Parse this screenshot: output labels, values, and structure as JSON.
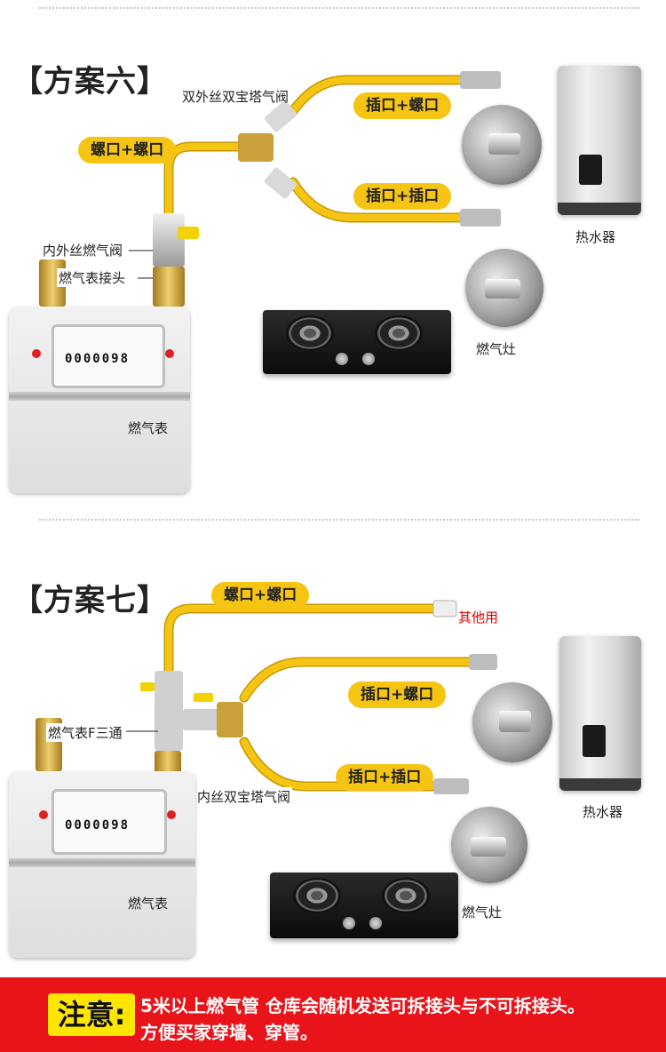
{
  "section6": {
    "title": "【方案六】",
    "labels": {
      "dual_outer_valve": "双外丝双宝塔气阀",
      "screw_screw": "螺口+螺口",
      "plug_screw": "插口+螺口",
      "plug_plug": "插口+插口",
      "inner_outer_valve": "内外丝燃气阀",
      "meter_joint": "燃气表接头",
      "water_heater": "热水器",
      "stove": "燃气灶",
      "meter": "燃气表"
    }
  },
  "section7": {
    "title": "【方案七】",
    "labels": {
      "screw_screw": "螺口+螺口",
      "other_use": "其他用",
      "plug_screw": "插口+螺口",
      "meter_tee": "燃气表F三通",
      "plug_plug": "插口+插口",
      "inner_valve": "内丝双宝塔气阀",
      "water_heater": "热水器",
      "stove": "燃气灶",
      "meter": "燃气表"
    }
  },
  "meter_display": {
    "digits": "0000098"
  },
  "notice": {
    "tag": "注意:",
    "line1": "5米以上燃气管 仓库会随机发送可拆接头与不可拆接头。",
    "line2": "方便买家穿墙、穿管。"
  },
  "colors": {
    "hose": "#f6c514",
    "pill": "#f6c514",
    "warning_bg": "#e8141a",
    "warning_tag": "#ffe600",
    "accent_red": "#e00000"
  }
}
